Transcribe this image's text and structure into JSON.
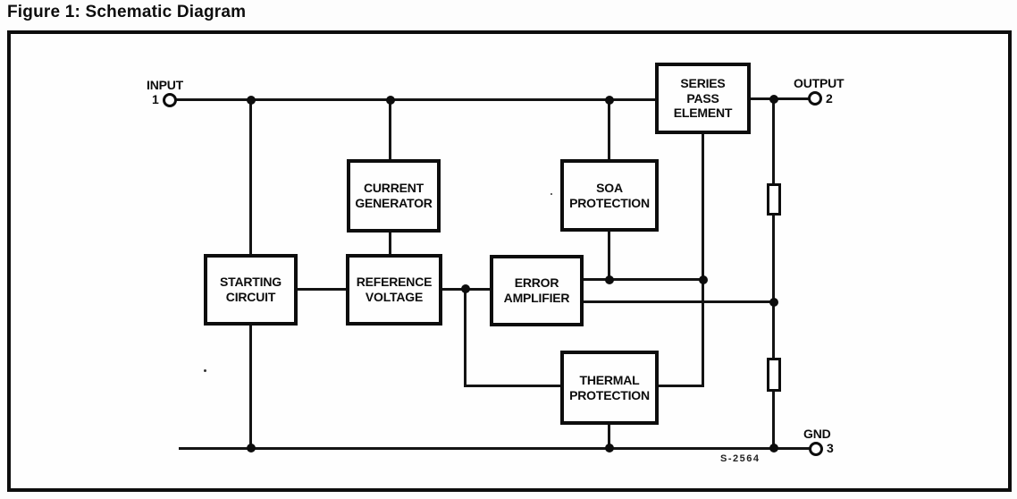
{
  "title": "Figure 1: Schematic Diagram",
  "colors": {
    "ink": "#0d0d0d",
    "background": "#ffffff"
  },
  "figure_code": "S-2564",
  "blocks": [
    {
      "id": "starting-circuit",
      "label": "STARTING\nCIRCUIT"
    },
    {
      "id": "current-generator",
      "label": "CURRENT\nGENERATOR"
    },
    {
      "id": "reference-voltage",
      "label": "REFERENCE\nVOLTAGE"
    },
    {
      "id": "error-amplifier",
      "label": "ERROR\nAMPLIFIER"
    },
    {
      "id": "soa-protection",
      "label": "SOA\nPROTECTION"
    },
    {
      "id": "series-pass-element",
      "label": "SERIES\nPASS\nELEMENT"
    },
    {
      "id": "thermal-protection",
      "label": "THERMAL\nPROTECTION"
    }
  ],
  "terminals": [
    {
      "id": "input",
      "label": "INPUT",
      "pin": "1"
    },
    {
      "id": "output",
      "label": "OUTPUT",
      "pin": "2"
    },
    {
      "id": "gnd",
      "label": "GND",
      "pin": "3"
    }
  ]
}
